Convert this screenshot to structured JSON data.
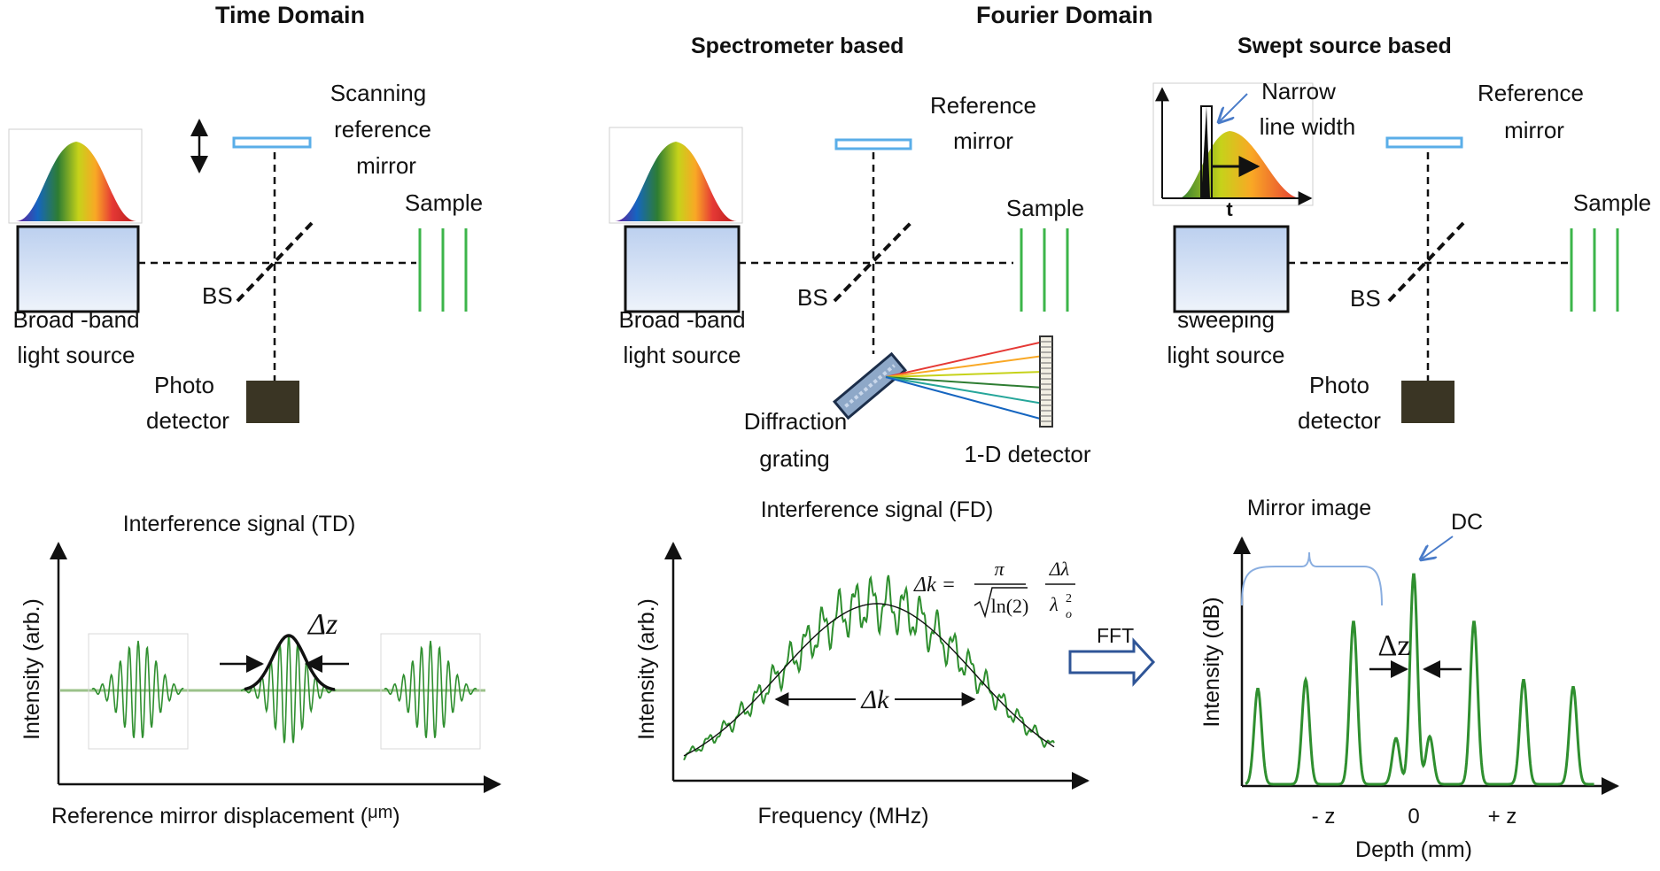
{
  "titles": {
    "time_domain": "Time Domain",
    "fourier_domain": "Fourier Domain",
    "spectrometer": "Spectrometer based",
    "swept_source": "Swept source based"
  },
  "td": {
    "mirror_l1": "Scanning",
    "mirror_l2": "reference",
    "mirror_l3": "mirror",
    "sample": "Sample",
    "bs": "BS",
    "source_l1": "Broad -band",
    "source_l2": "light source",
    "detector_l1": "Photo",
    "detector_l2": "detector",
    "plot_title": "Interference signal (TD)",
    "ylabel": "Intensity (arb.)",
    "xlabel": "Reference mirror displacement (",
    "xlabel_unit": "μm",
    "xlabel_close": ")",
    "delta_z": "Δz"
  },
  "fd": {
    "mirror_l1": "Reference",
    "mirror_l2": "mirror",
    "sample": "Sample",
    "bs": "BS",
    "source_l1": "Broad -band",
    "source_l2": "light source",
    "grating_l1": "Diffraction",
    "grating_l2": "grating",
    "detector": "1-D detector",
    "plot_title": "Interference signal (FD)",
    "ylabel": "Intensity (arb.)",
    "xlabel": "Frequency  (MHz)",
    "delta_k": "Δk",
    "formula_lhs": "Δk =",
    "formula_pi": "π",
    "formula_sqrt": "ln(2)",
    "formula_num": "Δλ",
    "formula_den": "λ",
    "formula_den_sub": "o",
    "formula_den_sup": "2"
  },
  "ss": {
    "narrow_l1": "Narrow",
    "narrow_l2": "line width",
    "t_axis": "t",
    "mirror_l1": "Reference",
    "mirror_l2": "mirror",
    "sample": "Sample",
    "bs": "BS",
    "source_l1": "sweeping",
    "source_l2": "light source",
    "detector_l1": "Photo",
    "detector_l2": "detector"
  },
  "fft": {
    "label": "FFT",
    "mirror_image": "Mirror image",
    "dc": "DC",
    "ylabel": "Intensity (dB)",
    "xlabel": "Depth (mm)",
    "tick_neg": "- z",
    "tick_zero": "0",
    "tick_pos": "+ z",
    "delta_z": "Δz"
  },
  "colors": {
    "signal_green": "#2f8f2f",
    "mirror_blue": "#5aaee8",
    "source_fill_top": "#c9d9f2",
    "source_fill_bottom": "#eef3fb",
    "detector_fill": "#3a3524",
    "annotation_blue": "#4a7cc9"
  }
}
